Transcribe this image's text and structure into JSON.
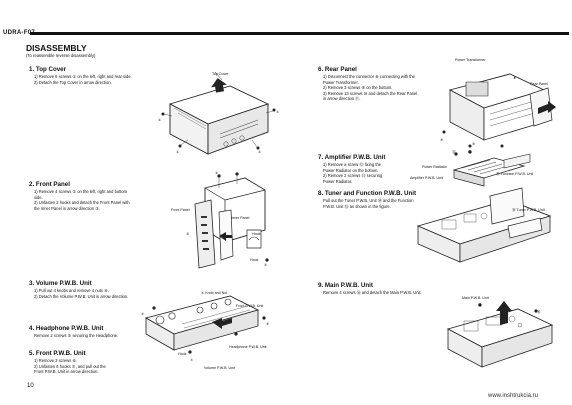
{
  "header": {
    "model": "UDRA-F07"
  },
  "page": {
    "title": "DISASSEMBLY",
    "subnote": "(To reassemble reverse disassembly)",
    "page_number": "10",
    "watermark": "www.inshtrukcia.ru"
  },
  "sections": {
    "top_cover": {
      "heading": "1. Top Cover",
      "steps": [
        "1)  Remove 6 screws ① on the left, right and rear side.",
        "2)  Detach the Top Cover in arrow direction."
      ],
      "callouts": [
        "Top Cover",
        "①",
        "①",
        "①",
        "①"
      ]
    },
    "front_panel": {
      "heading": "2. Front Panel",
      "steps": [
        "1)  Remove 4 screws ② on the left, right and bottom",
        "     side.",
        "2)  Unfasten 2 hooks and detach the Front Panel with",
        "     the Inner Panel in arrow direction ③."
      ],
      "callouts": [
        "Front Panel",
        "Inner Panel",
        "Hook",
        "Hook",
        "②",
        "②",
        "③"
      ]
    },
    "volume": {
      "heading": "3. Volume P.W.B. Unit",
      "steps": [
        "1)  Pull out 4 knobs and remove 4 nuts ④.",
        "2)  Detach the Volume P.W.B. Unit in arrow direction."
      ]
    },
    "headphone": {
      "heading": "4. Headphone P.W.B. Unit",
      "steps": [
        "Remove 2 screws ⑤ securing the Headphone."
      ]
    },
    "front_pwb": {
      "heading": "5. Front P.W.B. Unit",
      "steps": [
        "1)  Remove 3 screws ⑥.",
        "2)  Unfasten 6 hooks ⑦, and pull out the",
        "     Front P.W.B. Unit in arrow direction."
      ],
      "callouts": [
        "④ Knob and Nut",
        "Front P.W.B. Unit",
        "Headphone P.W.B. Unit",
        "Volume P.W.B. Unit",
        "Hook",
        "⑤",
        "⑥",
        "⑦"
      ]
    },
    "rear_panel": {
      "heading": "6. Rear Panel",
      "steps": [
        "1)  Disconnect the connector ⑧ connecting with the",
        "     Power Transformer.",
        "2)  Remove 3 screws ⑨ on the bottom.",
        "3)  Remove 13 screws ⑩ and detach the Rear Panel",
        "     in arrow direction ⑪."
      ],
      "callouts": [
        "Power Transformer",
        "Rear Panel",
        "⑧",
        "⑨",
        "⑩",
        "⑪"
      ]
    },
    "amplifier": {
      "heading": "7. Amplifier P.W.B. Unit",
      "steps": [
        "1)  Remove a screw ⑫ fixing the",
        "     Power Radiator on the bottom.",
        "2)  Remove 2 screws ⑬ securing",
        "     Power Radiator."
      ],
      "callouts": [
        "Power Radiator",
        "Amplifier P.W.B. Unit",
        "⑫",
        "⑬"
      ]
    },
    "tuner": {
      "heading": "8. Tuner and Function P.W.B. Unit",
      "steps": [
        "Pull out the Tuner P.W.B. Unit ⑭ and the Function",
        "P.W.B. Unit ⑮ as shown in the figure."
      ],
      "callouts": [
        "⑮ Function P.W.B. Unit",
        "⑭ Tuner P.W.B. Unit"
      ]
    },
    "main": {
      "heading": "9. Main P.W.B. Unit",
      "steps": [
        "Remove 4 screws ⑯ and detach the Main P.W.B. Unit."
      ],
      "callouts": [
        "Main P.W.B. Unit",
        "⑯",
        "⑯"
      ]
    }
  }
}
